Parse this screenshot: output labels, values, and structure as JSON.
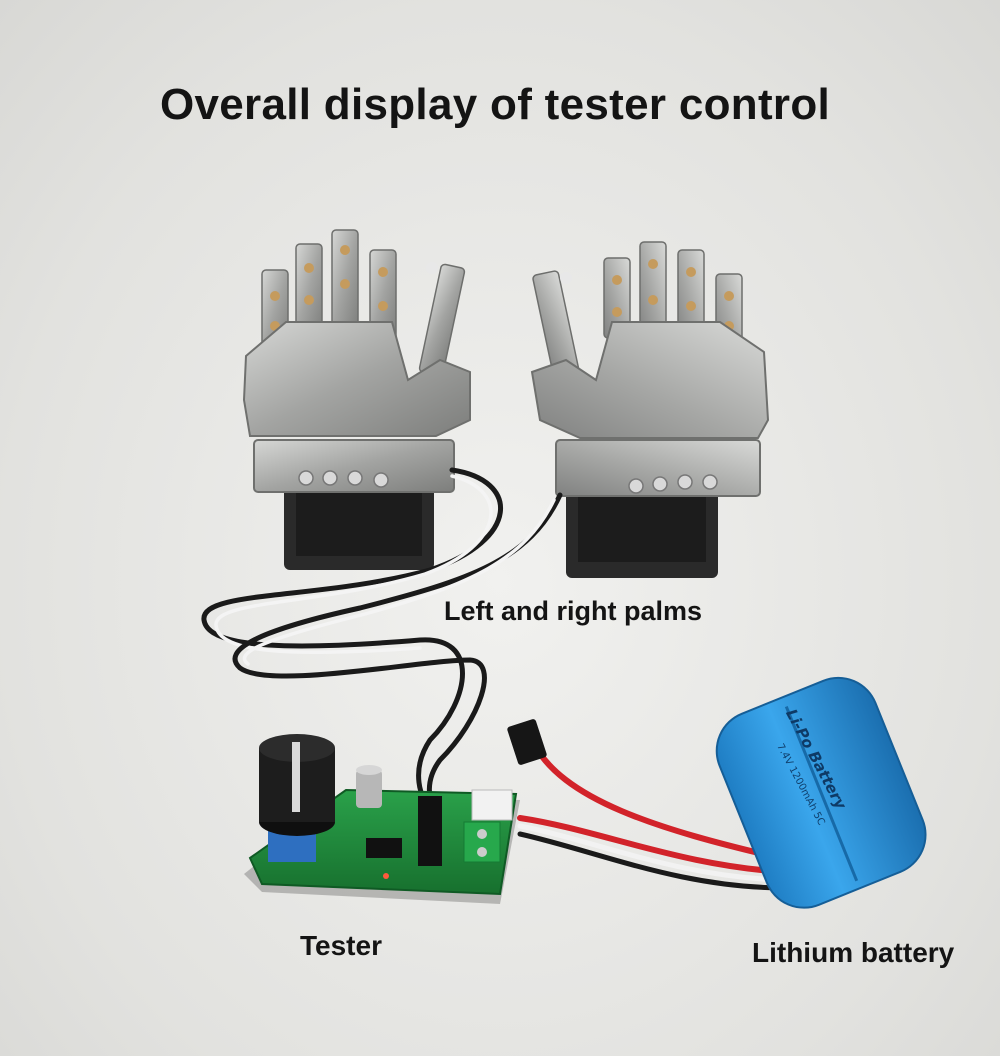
{
  "title": "Overall display of tester control",
  "labels": {
    "palms": "Left and right palms",
    "tester": "Tester",
    "battery": "Lithium battery"
  },
  "battery_print": {
    "brand": "Li-Po Battery",
    "spec": "7.4V 1200mAh 5C"
  },
  "colors": {
    "background": "#e7e7e5",
    "battery_blue": "#2a8fd6",
    "pcb_green": "#1f8a3a",
    "metal": "#a9aaa8"
  }
}
